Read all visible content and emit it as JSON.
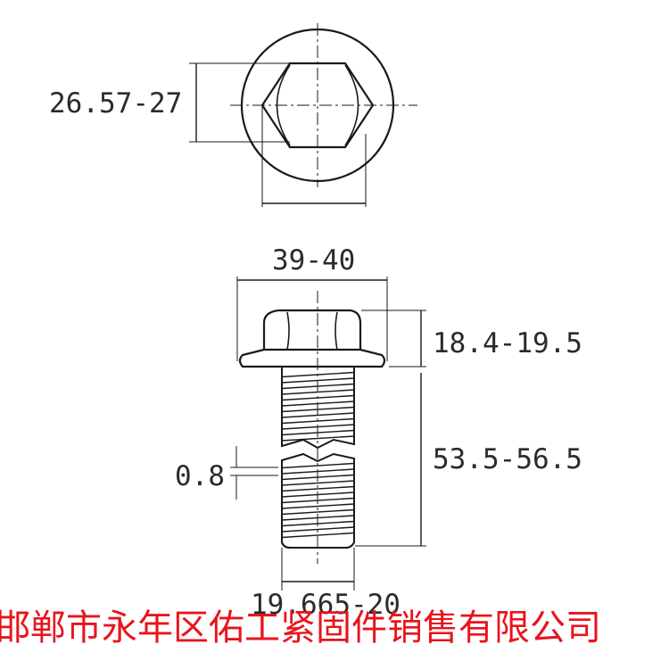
{
  "dimensions": {
    "across_flats": "26.57-27",
    "flange_diameter": "39-40",
    "head_height": "18.4-19.5",
    "thread_length": "53.5-56.5",
    "gap": "0.8",
    "thread_diameter": "19.665-20"
  },
  "company_name": "邯郸市永年区佑工紧固件销售有限公司",
  "colors": {
    "line": "#1a1a1a",
    "text": "#2b2b2b",
    "company_text": "#e8141c"
  }
}
